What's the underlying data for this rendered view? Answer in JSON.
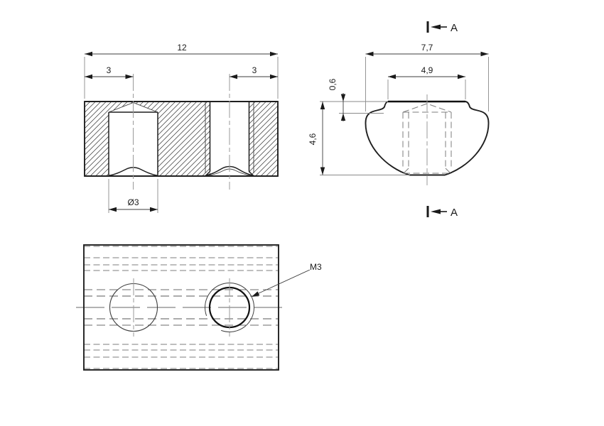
{
  "front_view": {
    "dim_total_width": "12",
    "dim_left_hole_offset": "3",
    "dim_right_hole_offset": "3",
    "dim_hole_diameter": "Ø3"
  },
  "profile_view": {
    "dim_width": "7,7",
    "dim_boss_width": "4,9",
    "dim_step_height": "0,6",
    "dim_height": "4,6"
  },
  "top_view": {
    "thread_label": "M3"
  },
  "section_marker": {
    "top_label": "A",
    "bottom_label": "A"
  },
  "colors": {
    "outline": "#1f1f1f",
    "thin_line": "#3c3c3c",
    "hidden_line": "#7e7e7e",
    "center_line": "#9a9a9a",
    "background": "#ffffff"
  }
}
